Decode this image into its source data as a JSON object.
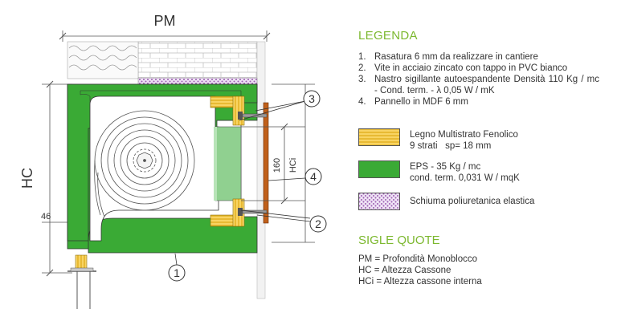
{
  "dimensions": {
    "pm": "PM",
    "hc": "HC",
    "hci": "HCi",
    "d160": "160",
    "d46": "46"
  },
  "callouts": [
    "1",
    "2",
    "3",
    "4"
  ],
  "legend": {
    "title": "LEGENDA",
    "items": [
      {
        "num": "1.",
        "text": "Rasatura 6 mm da realizzare in cantiere"
      },
      {
        "num": "2.",
        "text": "Vite in acciaio zincato con tappo in PVC bianco"
      },
      {
        "num": "3.",
        "text": "Nastro sigillante autoespandente Densità 110 Kg / mc - Cond. term. - λ 0,05 W / mK"
      },
      {
        "num": "4.",
        "text": "Pannello in MDF 6 mm"
      }
    ]
  },
  "materials": [
    {
      "line1": "Legno Multistrato Fenolico",
      "line2": "9 strati   sp= 18 mm",
      "pattern": "wood"
    },
    {
      "line1": "EPS - 35 Kg / mc",
      "line2": "cond. term. 0,031 W / mqK",
      "pattern": "eps"
    },
    {
      "line1": "Schiuma poliuretanica elastica",
      "line2": "",
      "pattern": "foam"
    }
  ],
  "sigle": {
    "title": "SIGLE QUOTE",
    "items": [
      "PM = Profondità Monoblocco",
      "HC = Altezza Cassone",
      "HCi = Altezza cassone interna"
    ]
  },
  "colors": {
    "accent": "#7cb82f",
    "eps": "#3aaa35",
    "wood": "#f5c842",
    "panel_inner": "#90d090",
    "foam": "#a56bb5",
    "mdf": "#c0601a"
  }
}
